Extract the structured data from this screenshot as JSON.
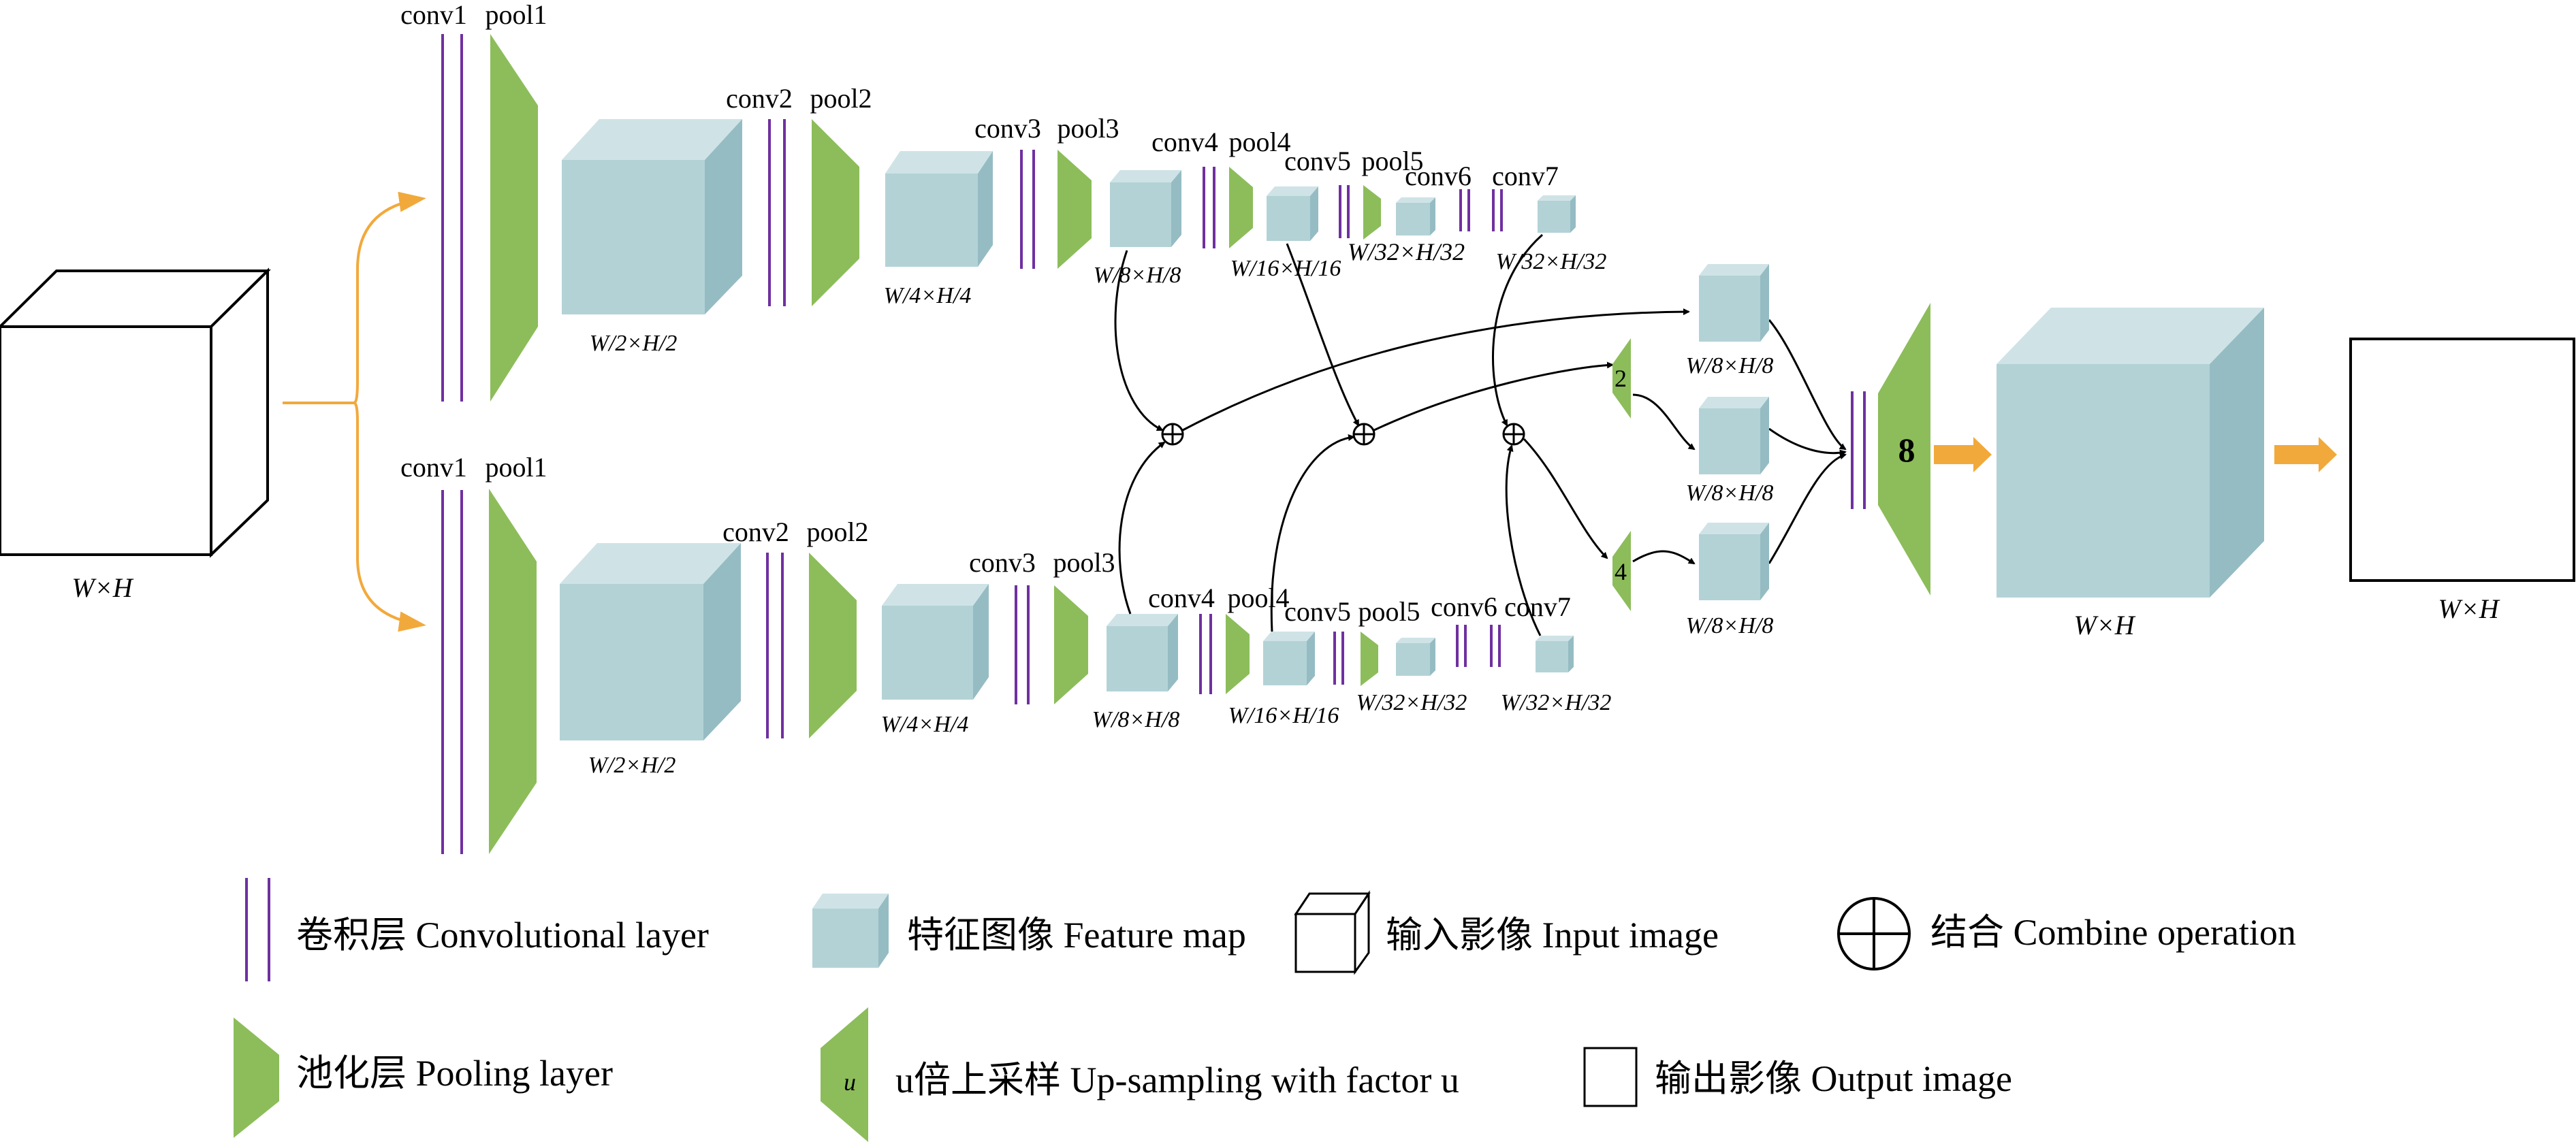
{
  "layers": {
    "conv1": "conv1",
    "pool1": "pool1",
    "conv2": "conv2",
    "pool2": "pool2",
    "conv3": "conv3",
    "pool3": "pool3",
    "conv4": "conv4",
    "pool4": "pool4",
    "conv5": "conv5",
    "pool5": "pool5",
    "conv6": "conv6",
    "conv7": "conv7"
  },
  "dims": {
    "input": "W×H",
    "half": "W/2×H/2",
    "quarter": "W/4×H/4",
    "eighth": "W/8×H/8",
    "sixteenth": "W/16×H/16",
    "thirtysecond": "W/32×H/32",
    "output_map": "W×H",
    "output_image": "W×H"
  },
  "upsample_factors": {
    "u2": "2",
    "u4": "4",
    "u8": "8"
  },
  "legend": {
    "conv": "卷积层  Convolutional layer",
    "feature": "特征图像  Feature map",
    "input": "输入影像  Input image",
    "combine": "结合  Combine operation",
    "pool": "池化层  Pooling layer",
    "upsample_symbol": "u",
    "upsample": "u倍上采样  Up-sampling with factor u",
    "output": "输出影像  Output image"
  },
  "colors": {
    "conv_line": "#7030a0",
    "pooling": "#8cbd5a",
    "feature_map": "#b3d2d6",
    "arrows": "#f2a93b"
  }
}
